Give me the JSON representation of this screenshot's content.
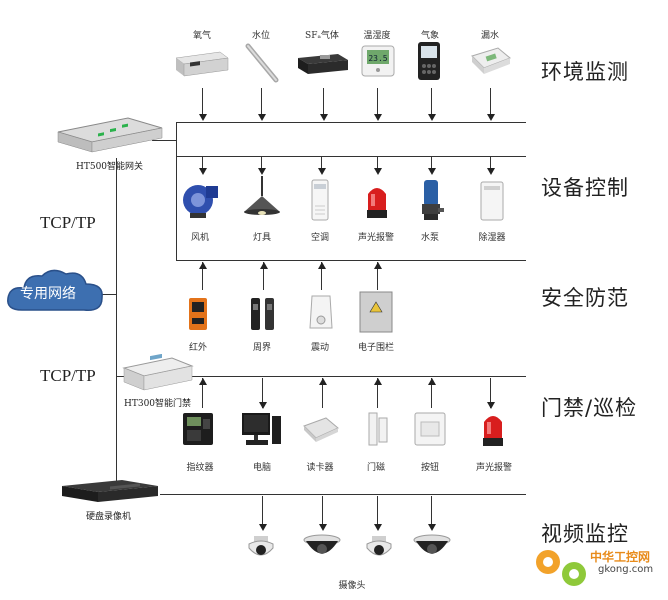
{
  "sections": {
    "env": "环境监测",
    "equip": "设备控制",
    "security": "安全防范",
    "access": "门禁/巡检",
    "video": "视频监控"
  },
  "env_sensors": [
    "氧气",
    "水位",
    "SFₐ气体",
    "温湿度",
    "气象",
    "漏水"
  ],
  "equip_devices": [
    "风机",
    "灯具",
    "空调",
    "声光报警",
    "水泵",
    "除湿器"
  ],
  "security_devices": [
    "红外",
    "周界",
    "震动",
    "电子围栏"
  ],
  "access_devices": [
    "指纹器",
    "电脑",
    "读卡器",
    "门磁",
    "按钮",
    "声光报警"
  ],
  "video": {
    "camera_label": "摄像头",
    "recorder_label": "硬盘录像机"
  },
  "gateway": {
    "label": "HT500智能网关"
  },
  "door_controller": {
    "label": "HT300智能门禁"
  },
  "network": {
    "label": "专用网络"
  },
  "protocols": [
    "TCP/TP",
    "TCP/TP"
  ],
  "watermark": {
    "line1": "中华工控网",
    "line2": "gkong.com"
  }
}
